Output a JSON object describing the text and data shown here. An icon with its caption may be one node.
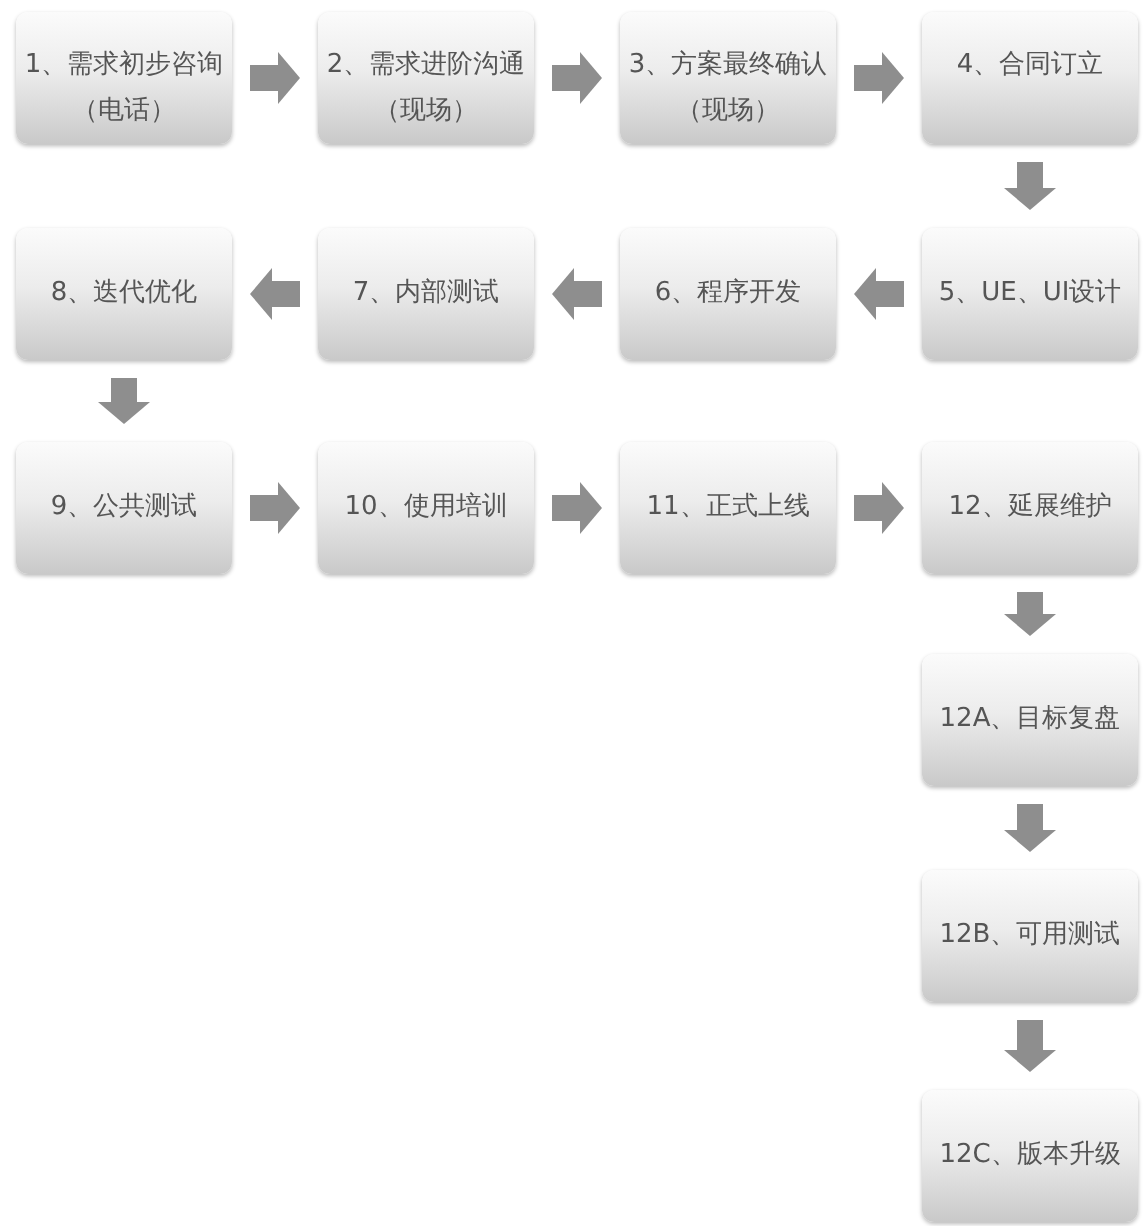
{
  "diagram": {
    "nodes": [
      {
        "text": [
          "1、需求初步咨询",
          "（电话）"
        ]
      },
      {
        "text": [
          "2、需求进阶沟通",
          "（现场）"
        ]
      },
      {
        "text": [
          "3、方案最终确认",
          "（现场）"
        ]
      },
      {
        "text": [
          "4、合同订立"
        ]
      },
      {
        "text": [
          "5、UE、UI设计"
        ]
      },
      {
        "text": [
          "6、程序开发"
        ]
      },
      {
        "text": [
          "7、内部测试"
        ]
      },
      {
        "text": [
          "8、迭代优化"
        ]
      },
      {
        "text": [
          "9、公共测试"
        ]
      },
      {
        "text": [
          "10、使用培训"
        ]
      },
      {
        "text": [
          "11、正式上线"
        ]
      },
      {
        "text": [
          "12、延展维护"
        ]
      },
      {
        "text": [
          "12A、目标复盘"
        ]
      },
      {
        "text": [
          "12B、可用测试"
        ]
      },
      {
        "text": [
          "12C、版本升级"
        ]
      }
    ],
    "edges": [
      {
        "from": 0,
        "to": 1,
        "arrow": "to"
      },
      {
        "from": 1,
        "to": 2,
        "arrow": "to"
      },
      {
        "from": 2,
        "to": 3,
        "arrow": "to"
      },
      {
        "from": 3,
        "to": 4,
        "arrow": "to"
      },
      {
        "from": 4,
        "to": 5,
        "arrow": "to"
      },
      {
        "from": 5,
        "to": 6,
        "arrow": "to"
      },
      {
        "from": 6,
        "to": 7,
        "arrow": "to"
      },
      {
        "from": 7,
        "to": 8,
        "arrow": "to"
      },
      {
        "from": 8,
        "to": 9,
        "arrow": "to"
      },
      {
        "from": 9,
        "to": 10,
        "arrow": "to"
      },
      {
        "from": 10,
        "to": 11,
        "arrow": "to"
      },
      {
        "from": 11,
        "to": 12,
        "arrow": "to"
      },
      {
        "from": 12,
        "to": 13,
        "arrow": "to"
      },
      {
        "from": 13,
        "to": 14,
        "arrow": "to"
      }
    ]
  }
}
